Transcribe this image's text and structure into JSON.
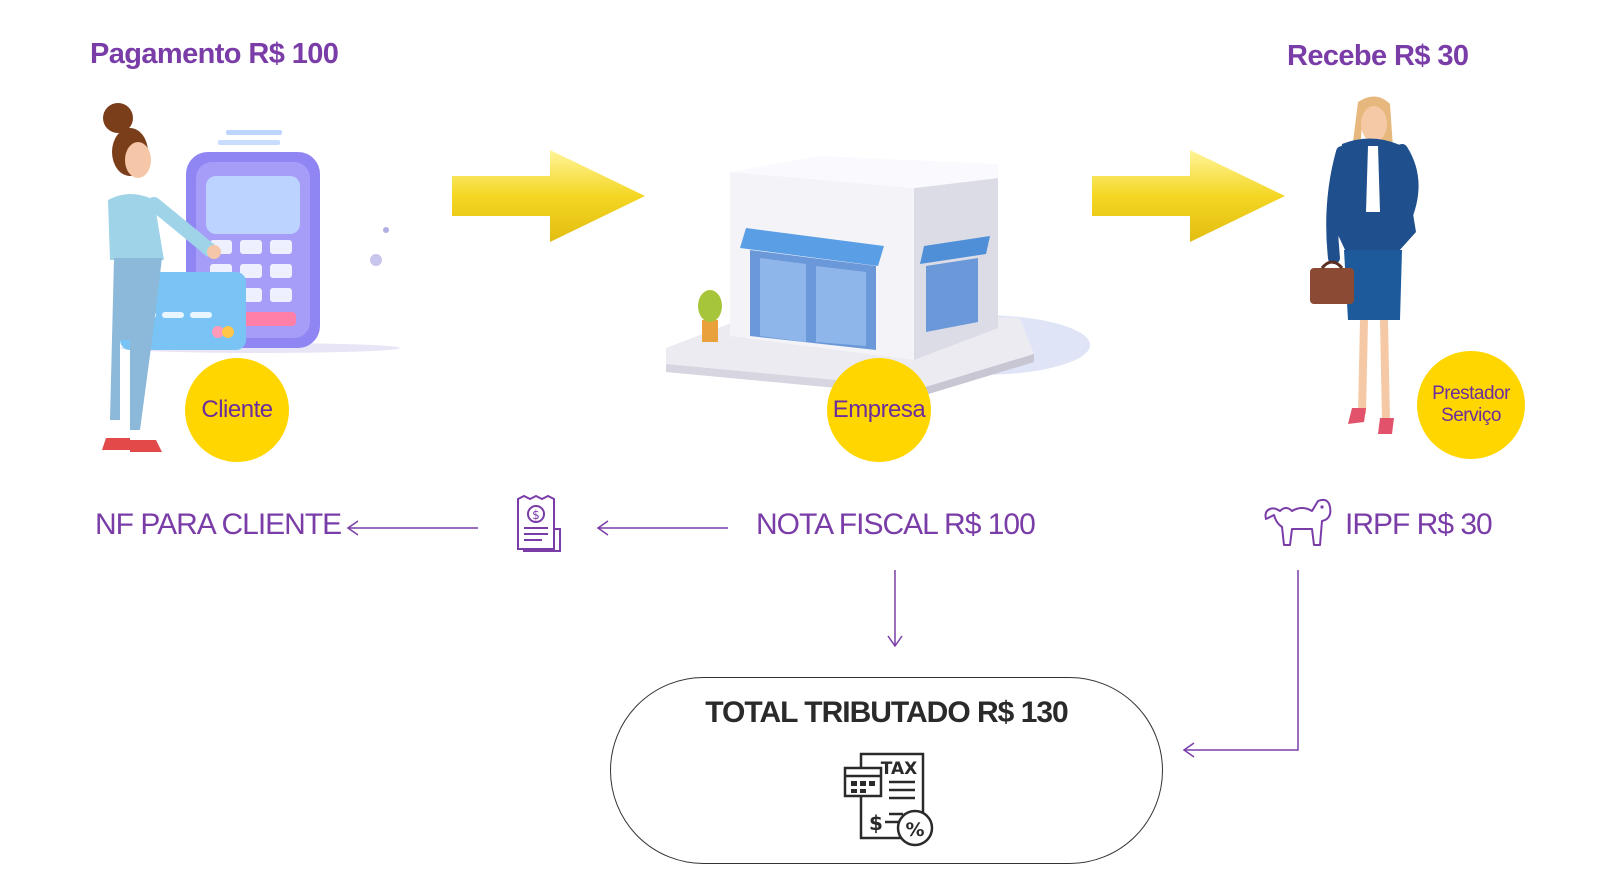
{
  "headers": {
    "payment": "Pagamento R$ 100",
    "receive": "Recebe R$ 30"
  },
  "badges": {
    "client": "Cliente",
    "company": "Empresa",
    "provider_line1": "Prestador",
    "provider_line2": "Serviço"
  },
  "flow": {
    "nf_client": "NF PARA CLIENTE",
    "invoice": "NOTA FISCAL R$ 100",
    "irpf": "IRPF R$ 30"
  },
  "total": {
    "label": "TOTAL TRIBUTADO R$ 130",
    "icon_text": "TAX"
  },
  "colors": {
    "purple": "#7a3da8",
    "badge": "#ffd600",
    "arrow": "#f4d623"
  },
  "icons": [
    "cashier-woman-illustration",
    "storefront-illustration",
    "businesswoman-illustration",
    "receipt-icon",
    "lion-icon",
    "tax-document-icon"
  ]
}
